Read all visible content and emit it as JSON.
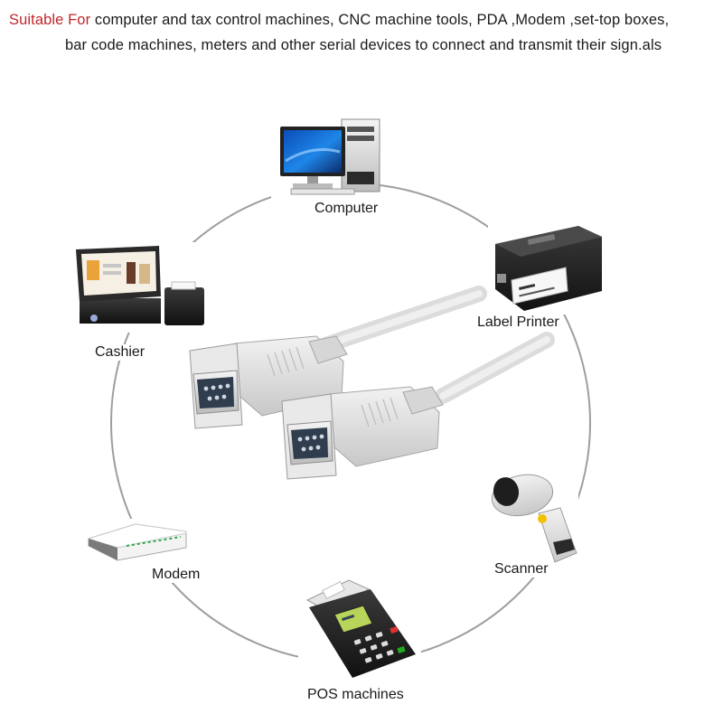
{
  "headline": {
    "lead": "Suitable For",
    "line1": " computer and tax control machines, CNC machine tools, PDA ,Modem ,set-top boxes,",
    "line2": "bar code machines, meters and other serial devices to connect and transmit their sign.als"
  },
  "devices": {
    "computer": "Computer",
    "label_printer": "Label Printer",
    "cashier": "Cashier",
    "modem": "Modem",
    "scanner": "Scanner",
    "pos": "POS machines"
  },
  "colors": {
    "accent": "#c0262a",
    "ring": "#9e9e9e",
    "cable": "#e4e4e4",
    "connector_face": "#2f3d4f"
  },
  "icons": [
    "computer-icon",
    "label-printer-icon",
    "cashier-icon",
    "modem-icon",
    "scanner-icon",
    "pos-machine-icon",
    "serial-cable-icon"
  ]
}
